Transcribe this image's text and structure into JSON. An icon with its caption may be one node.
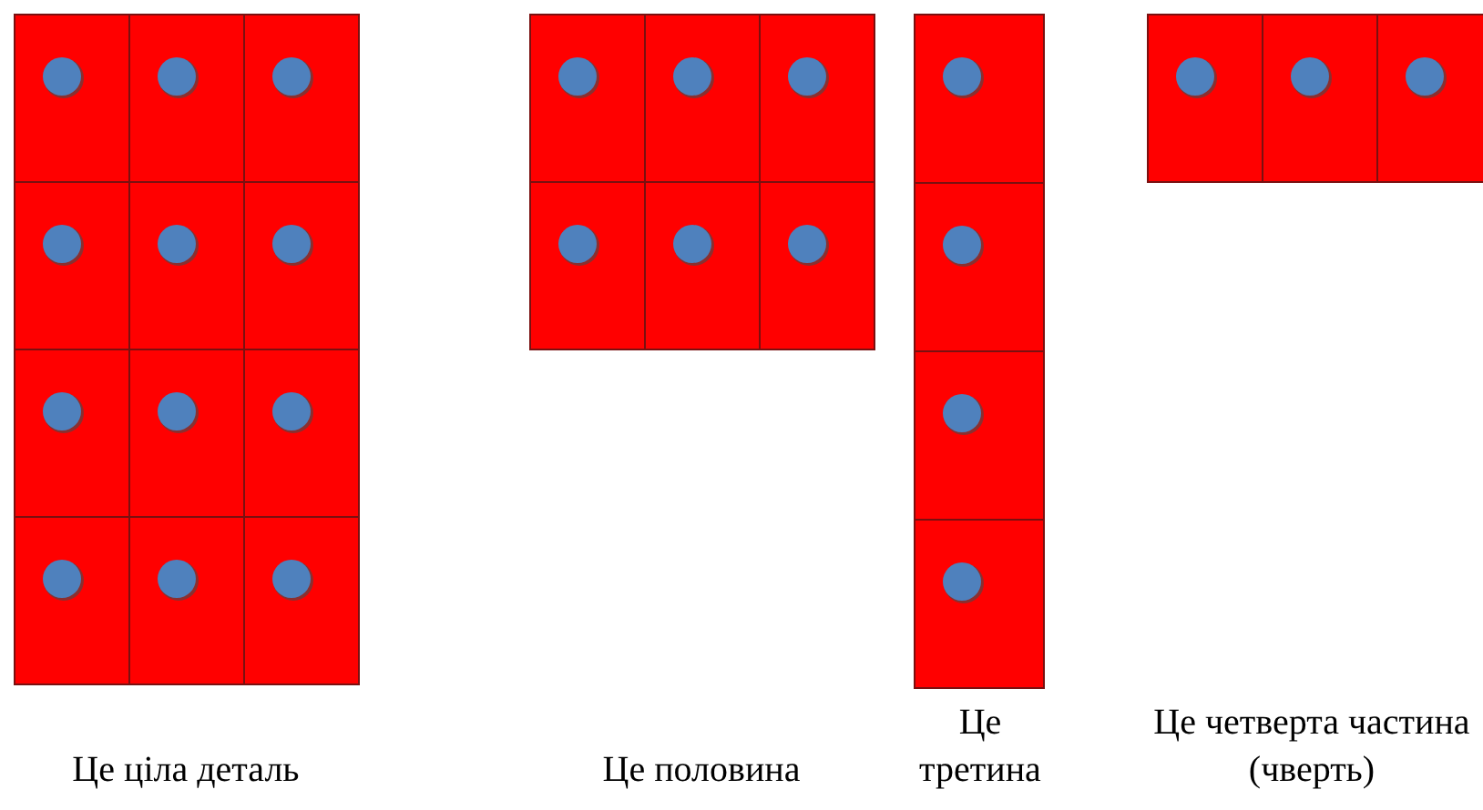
{
  "diagram": {
    "labels": [
      "Це ціла деталь",
      "Це половина",
      "Це третина",
      "Це четверта частина (чверть)"
    ]
  }
}
